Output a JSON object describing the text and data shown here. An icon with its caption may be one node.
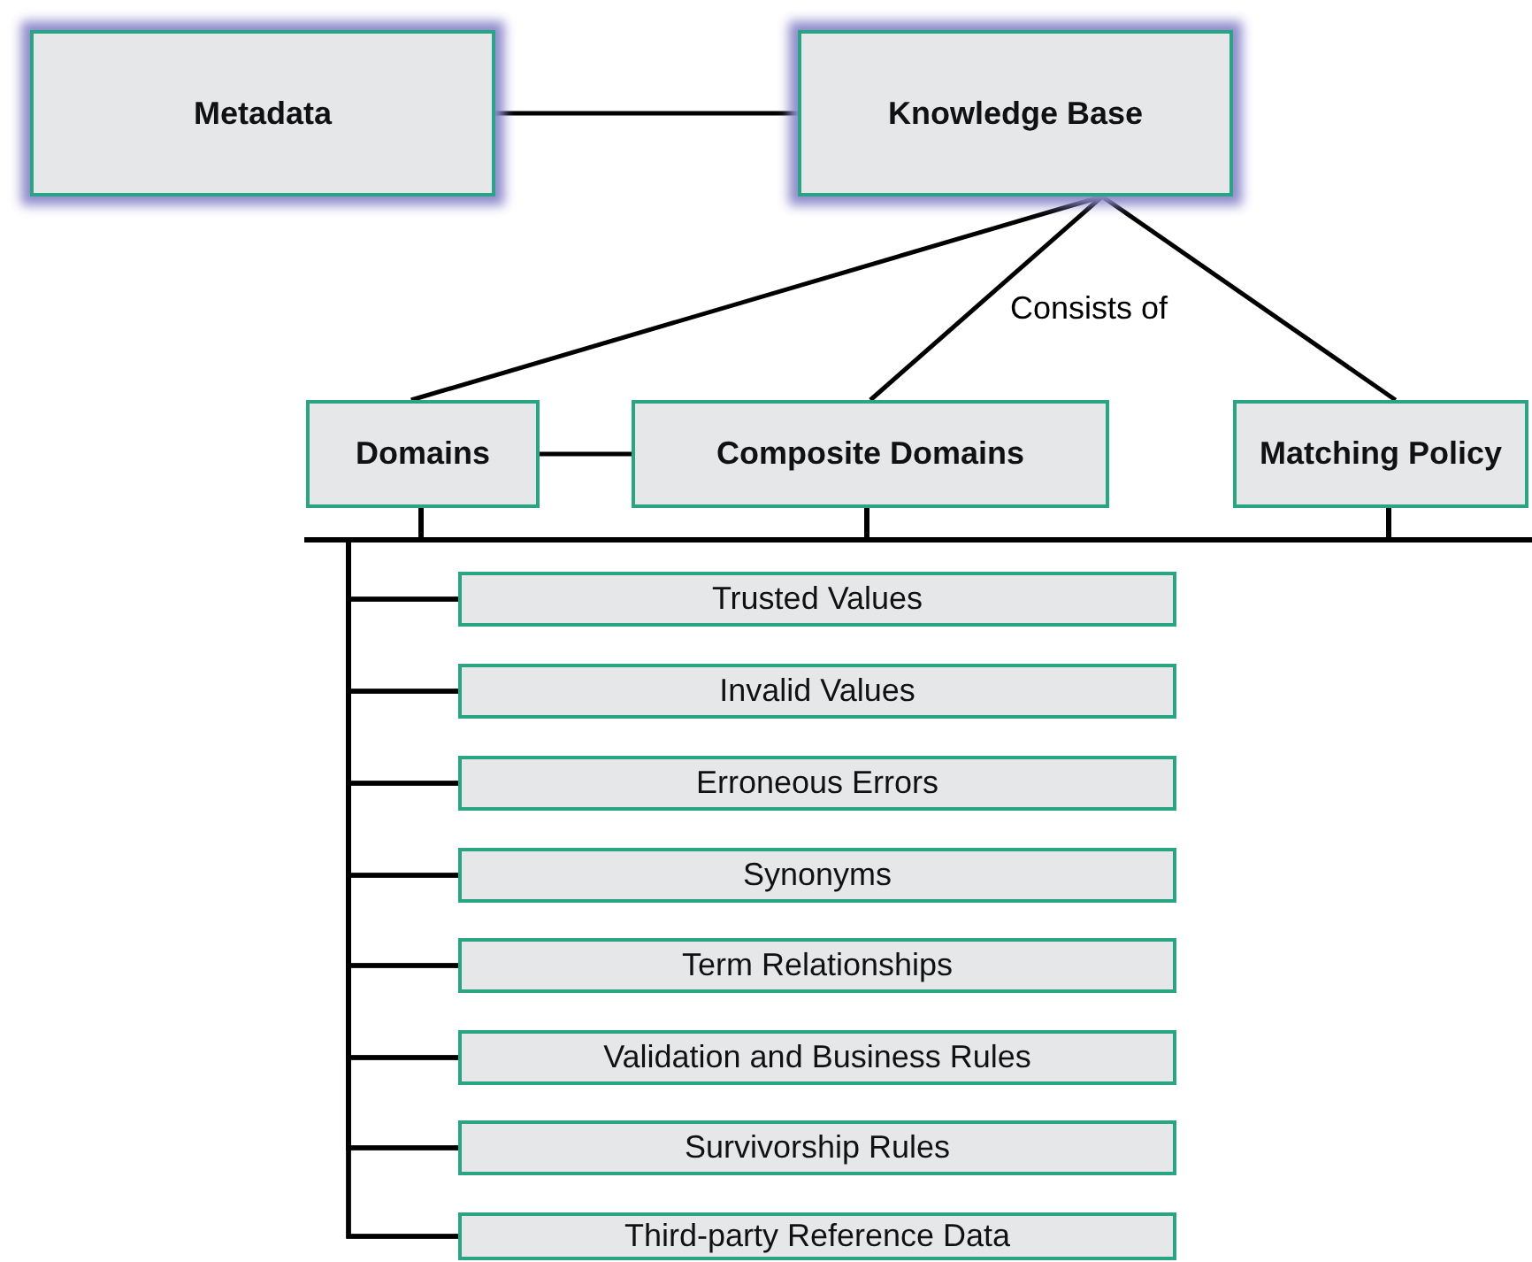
{
  "diagram": {
    "nodes": [
      {
        "text": [
          "Metadata"
        ]
      },
      {
        "text": [
          "Knowledge Base"
        ]
      },
      {
        "text": [
          "Domains"
        ]
      },
      {
        "text": [
          "Composite Domains"
        ]
      },
      {
        "text": [
          "Matching Policy"
        ]
      },
      {
        "text": [
          "Trusted Values"
        ]
      },
      {
        "text": [
          "Invalid Values"
        ]
      },
      {
        "text": [
          "Erroneous Errors"
        ]
      },
      {
        "text": [
          "Synonyms"
        ]
      },
      {
        "text": [
          "Term Relationships"
        ]
      },
      {
        "text": [
          "Validation and Business Rules"
        ]
      },
      {
        "text": [
          "Survivorship Rules"
        ]
      },
      {
        "text": [
          "Third-party Reference Data"
        ]
      }
    ],
    "edges": [
      {
        "from": 0,
        "to": 1,
        "arrow": "none"
      },
      {
        "from": 1,
        "to": 2,
        "arrow": "none"
      },
      {
        "from": 1,
        "to": 3,
        "arrow": "none"
      },
      {
        "from": 1,
        "to": 4,
        "arrow": "none"
      },
      {
        "from": 2,
        "to": 3,
        "arrow": "none"
      },
      {
        "from": 2,
        "to": 5,
        "arrow": "none"
      },
      {
        "from": 2,
        "to": 6,
        "arrow": "none"
      },
      {
        "from": 2,
        "to": 7,
        "arrow": "none"
      },
      {
        "from": 2,
        "to": 8,
        "arrow": "none"
      },
      {
        "from": 2,
        "to": 9,
        "arrow": "none"
      },
      {
        "from": 2,
        "to": 10,
        "arrow": "none"
      },
      {
        "from": 2,
        "to": 11,
        "arrow": "none"
      },
      {
        "from": 2,
        "to": 12,
        "arrow": "none"
      },
      {
        "from": 3,
        "to": 5,
        "arrow": "none"
      },
      {
        "from": 3,
        "to": 6,
        "arrow": "none"
      },
      {
        "from": 3,
        "to": 7,
        "arrow": "none"
      },
      {
        "from": 3,
        "to": 8,
        "arrow": "none"
      },
      {
        "from": 3,
        "to": 9,
        "arrow": "none"
      },
      {
        "from": 3,
        "to": 10,
        "arrow": "none"
      },
      {
        "from": 3,
        "to": 11,
        "arrow": "none"
      },
      {
        "from": 3,
        "to": 12,
        "arrow": "none"
      },
      {
        "from": 4,
        "to": 5,
        "arrow": "none"
      },
      {
        "from": 4,
        "to": 6,
        "arrow": "none"
      },
      {
        "from": 4,
        "to": 7,
        "arrow": "none"
      },
      {
        "from": 4,
        "to": 8,
        "arrow": "none"
      },
      {
        "from": 4,
        "to": 9,
        "arrow": "none"
      },
      {
        "from": 4,
        "to": 10,
        "arrow": "none"
      },
      {
        "from": 4,
        "to": 11,
        "arrow": "none"
      },
      {
        "from": 4,
        "to": 12,
        "arrow": "none"
      }
    ],
    "labels": [
      "Consists of"
    ]
  }
}
